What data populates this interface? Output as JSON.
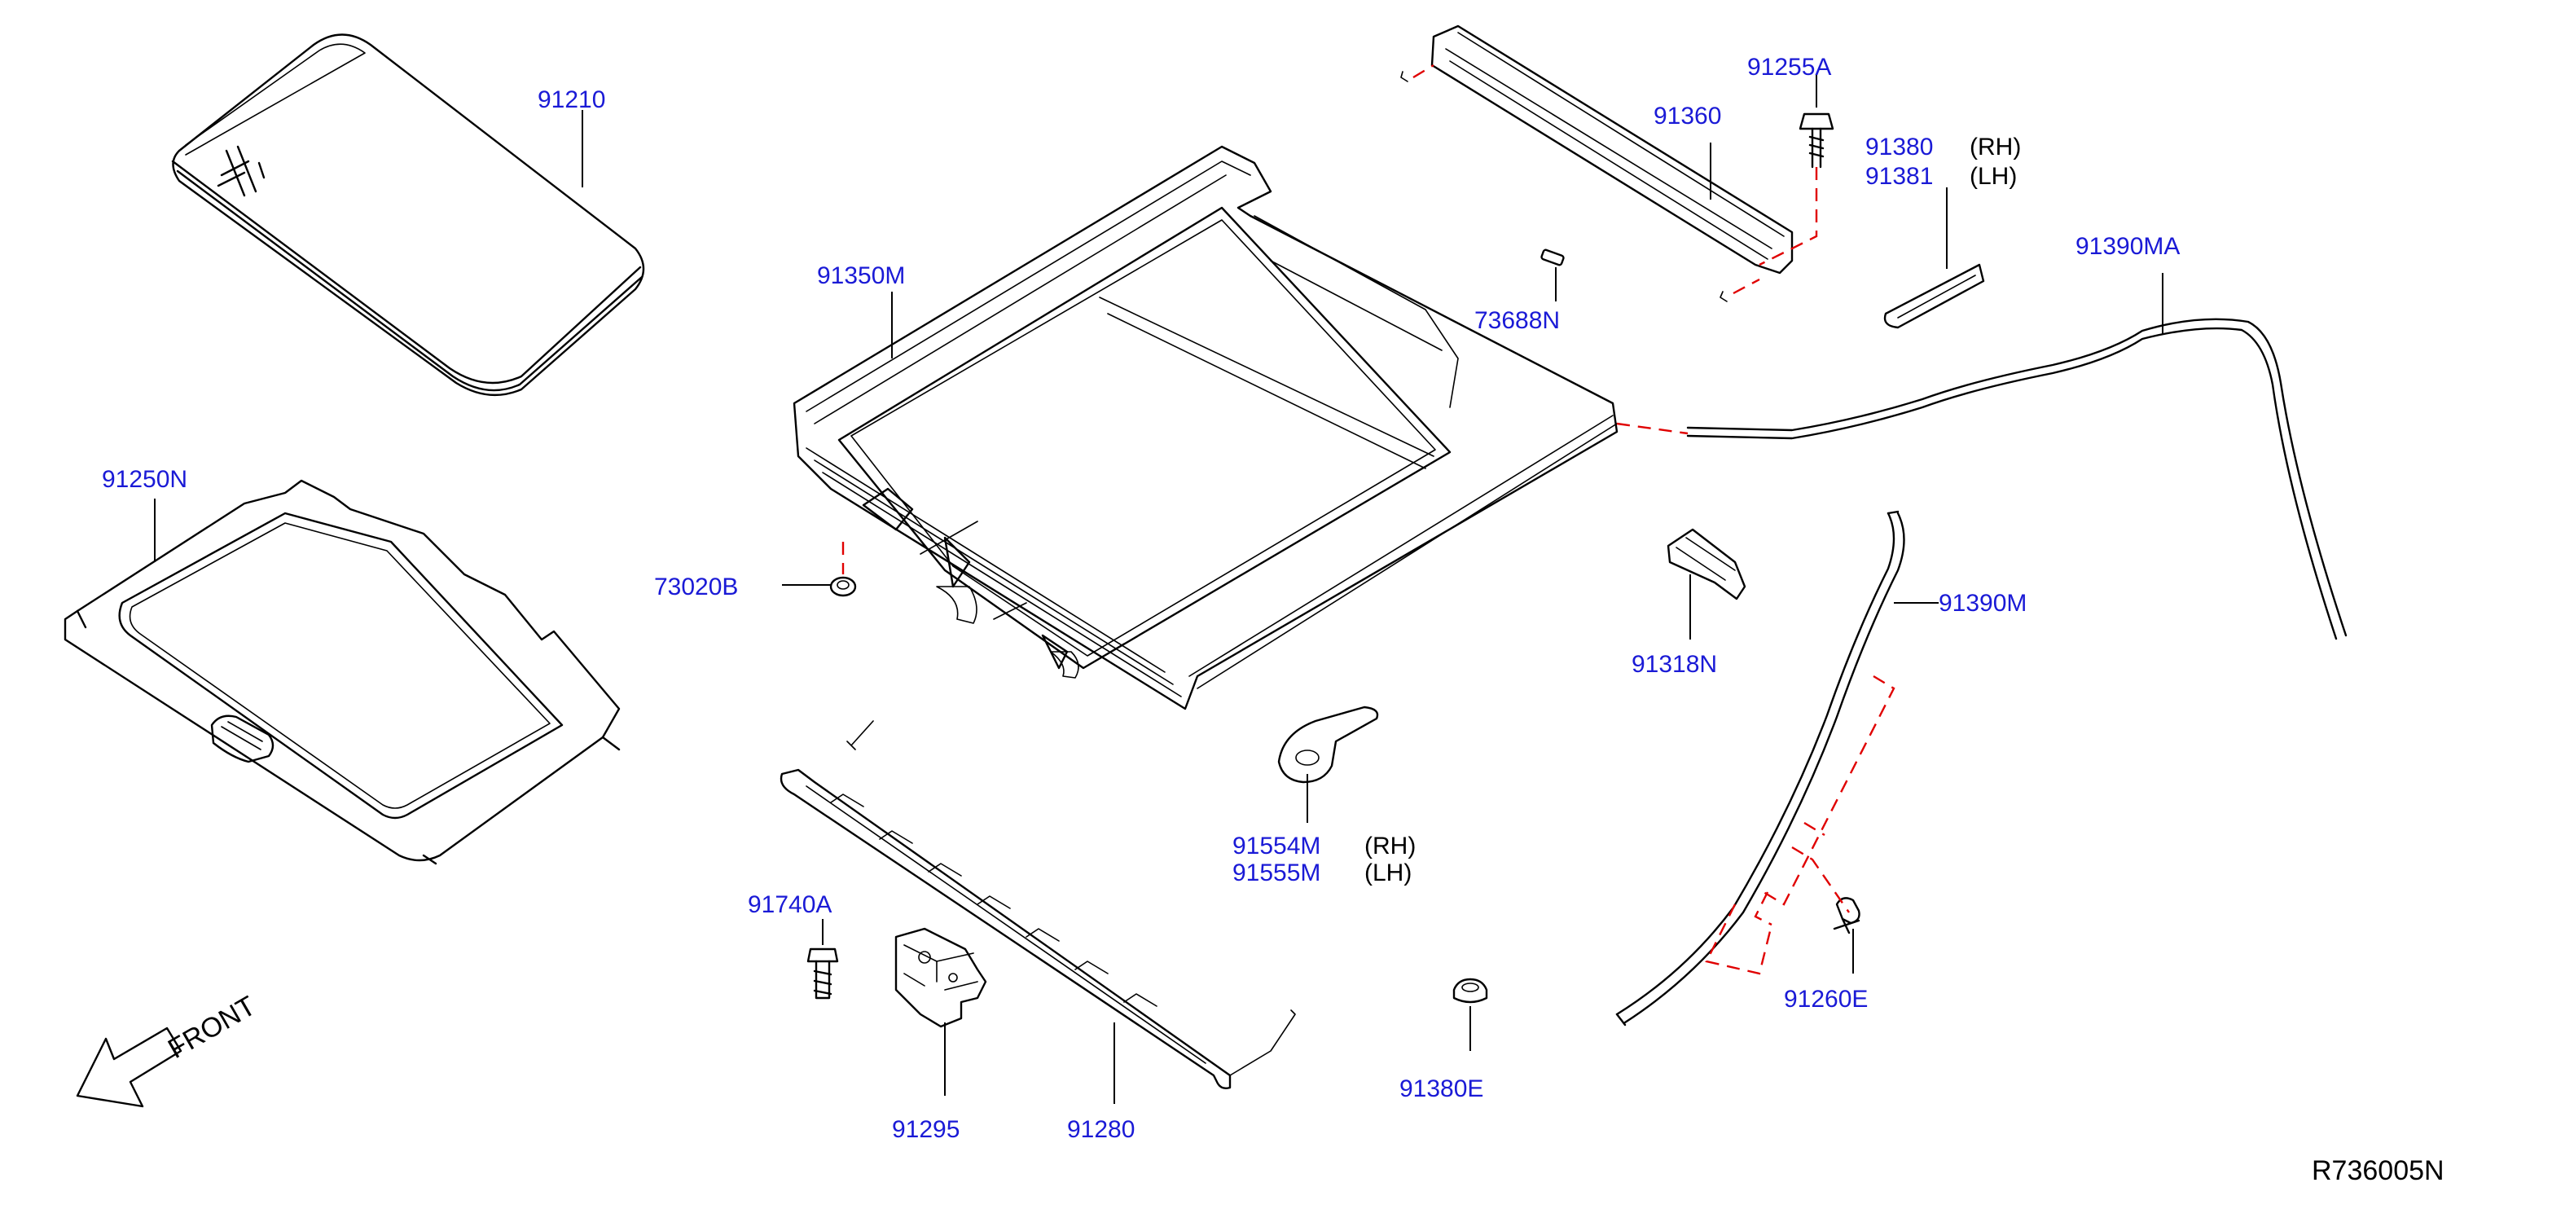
{
  "diagram": {
    "reference_code": "R736005N",
    "front_label": "FRONT",
    "parts": {
      "p91210": "91210",
      "p91250N": "91250N",
      "p91350M": "91350M",
      "p73020B": "73020B",
      "p91360": "91360",
      "p91255A": "91255A",
      "p73688N": "73688N",
      "p91380": "91380",
      "p91381": "91381",
      "p91390MA": "91390MA",
      "p91318N": "91318N",
      "p91390M": "91390M",
      "p91554M": "91554M",
      "p91555M": "91555M",
      "p91740A": "91740A",
      "p91295": "91295",
      "p91280": "91280",
      "p91380E": "91380E",
      "p91260E": "91260E"
    },
    "side_labels": {
      "rh_a": "(RH)",
      "lh_a": "(LH)",
      "rh_b": "(RH)",
      "lh_b": "(LH)"
    },
    "colors": {
      "part_number": "#1a1ad6",
      "connector_dash": "#e00000",
      "linework": "#000000",
      "background": "#ffffff"
    }
  }
}
